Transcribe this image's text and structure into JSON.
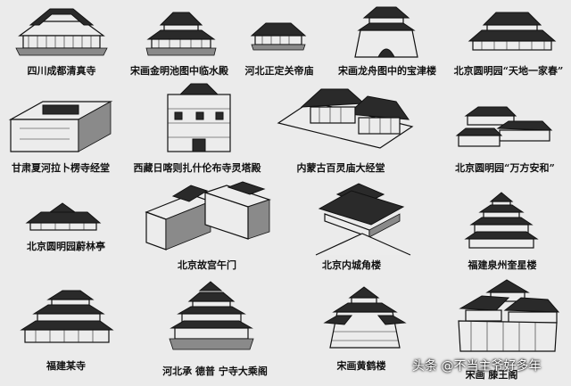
{
  "labels": {
    "r1c1": "四川成都清真寺",
    "r1c2": "宋画金明池图中临水殿",
    "r1c3": "河北正定关帝庙",
    "r1c4": "宋画龙舟图中的宝津楼",
    "r1c5": "北京圆明园“天地一家春”",
    "r2c1": "甘肃夏河拉卜楞寺经堂",
    "r2c2": "西藏日喀则扎什伦布寺灵塔殿",
    "r2c3": "内蒙古百灵庙大经堂",
    "r2c4": "北京圆明园“万方安和”",
    "r3c1": "北京圆明园蔚林亭",
    "r3c2": "北京故宫午门",
    "r3c3": "北京内城角楼",
    "r3c4": "福建泉州奎星楼",
    "r4c1": "福建某寺",
    "r4c2": "河北承 德普 宁寺大乘阁",
    "r4c3": "宋画黄鹤楼",
    "r4c4": "宋画 滕王阁"
  },
  "watermark": "头条 @不当主爷好多年",
  "icons": {
    "r1c1": "hall-complex-illustration",
    "r1c2": "waterside-pavilion-illustration",
    "r1c3": "temple-hall-illustration",
    "r1c4": "tower-on-platform-illustration",
    "r1c5": "courtyard-hall-illustration",
    "r2c1": "tibetan-scripture-hall-illustration",
    "r2c2": "stupa-hall-illustration",
    "r2c3": "great-scripture-hall-illustration",
    "r2c4": "swastika-plan-pavilion-illustration",
    "r3c1": "cross-plan-pavilion-illustration",
    "r3c2": "meridian-gate-illustration",
    "r3c3": "corner-tower-illustration",
    "r3c4": "multi-eave-tower-illustration",
    "r4c1": "stepped-temple-illustration",
    "r4c2": "great-vehicle-pavilion-illustration",
    "r4c3": "yellow-crane-tower-illustration",
    "r4c4": "tengwang-pavilion-illustration"
  }
}
